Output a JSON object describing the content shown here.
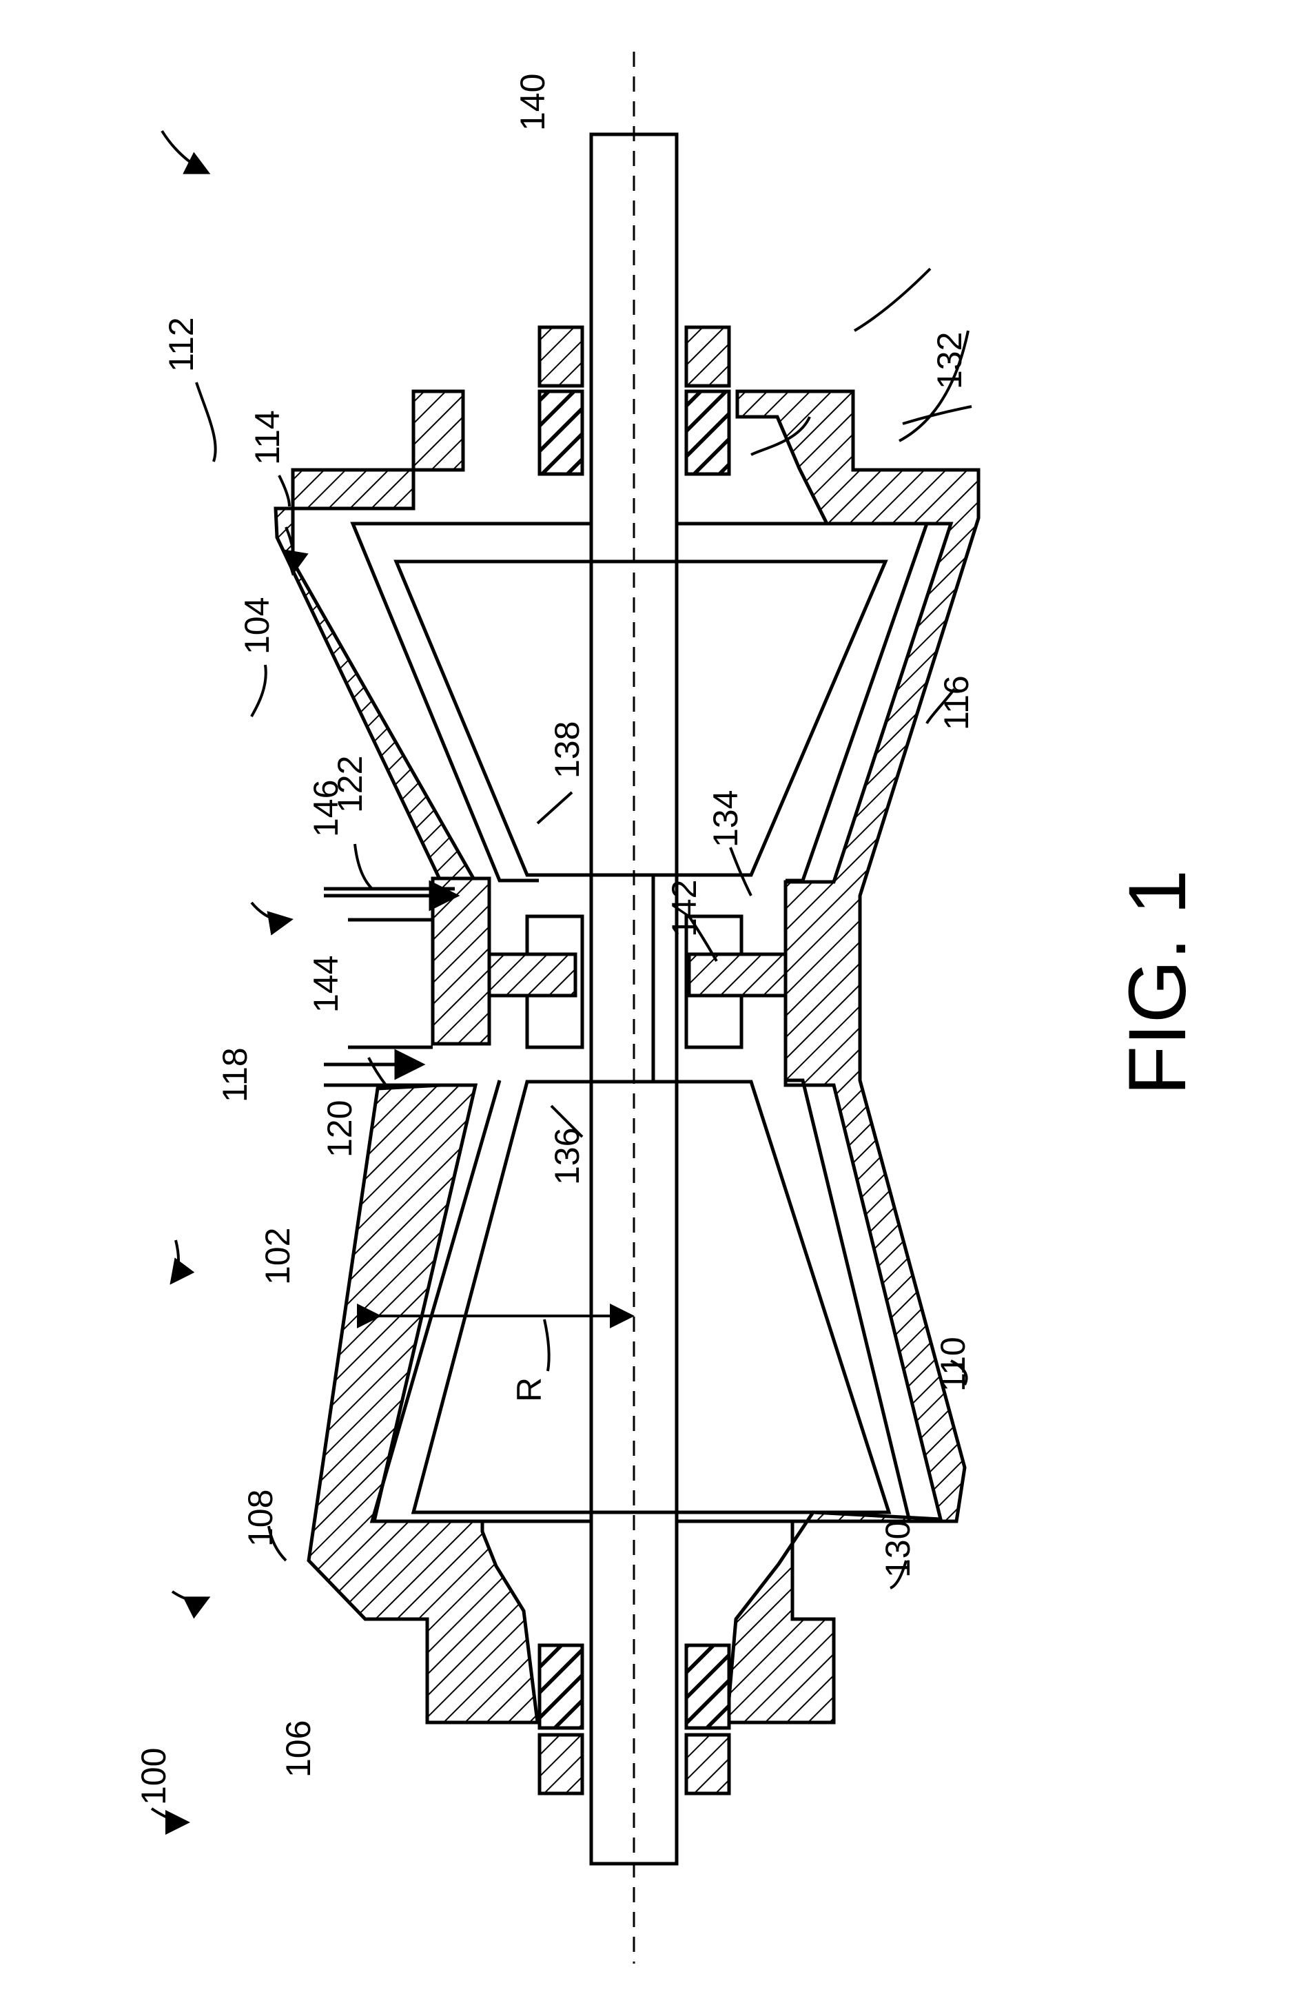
{
  "figure_label": "FIG. 1",
  "reference_numerals": {
    "r100": "100",
    "r102": "102",
    "r104": "104",
    "r106": "106",
    "r108": "108",
    "r110": "110",
    "r112": "112",
    "r114": "114",
    "r116": "116",
    "r118": "118",
    "r120": "120",
    "r122": "122",
    "r130": "130",
    "r132": "132",
    "r134": "134",
    "r136": "136",
    "r138": "138",
    "r140": "140",
    "r142": "142",
    "r144": "144",
    "r146": "146"
  },
  "dimension_label": "R"
}
